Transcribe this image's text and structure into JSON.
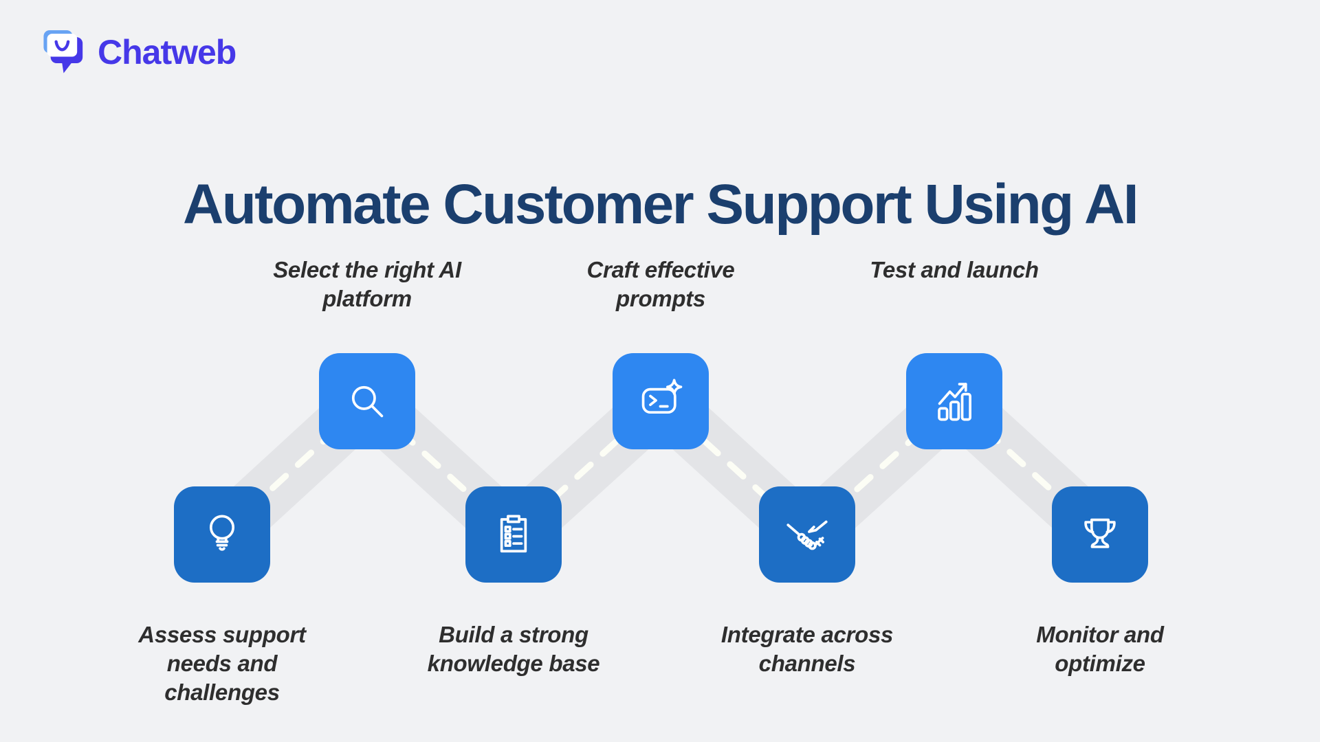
{
  "brand": {
    "name": "Chatweb"
  },
  "title": "Automate Customer Support Using AI",
  "steps": [
    {
      "label": "Assess support\nneeds and\nchallenges",
      "icon": "lightbulb-icon",
      "position": "low"
    },
    {
      "label": "Select the right AI\nplatform",
      "icon": "magnifier-icon",
      "position": "high"
    },
    {
      "label": "Build a strong\nknowledge base",
      "icon": "checklist-clipboard-icon",
      "position": "low"
    },
    {
      "label": "Craft effective\nprompts",
      "icon": "prompt-sparkle-icon",
      "position": "high"
    },
    {
      "label": "Integrate across\nchannels",
      "icon": "handshake-icon",
      "position": "low"
    },
    {
      "label": "Test and launch",
      "icon": "growth-chart-icon",
      "position": "high"
    },
    {
      "label": "Monitor and\noptimize",
      "icon": "trophy-icon",
      "position": "low"
    }
  ],
  "colors": {
    "background": "#f1f2f4",
    "road": "#e3e4e7",
    "road_dash": "#fcfdf5",
    "step_high": "#2e87f1",
    "step_low": "#1d6ec5",
    "title": "#1b3f6e",
    "label": "#2e2e2e",
    "logo_main": "#4638e8",
    "logo_back": "#68a3f3"
  }
}
